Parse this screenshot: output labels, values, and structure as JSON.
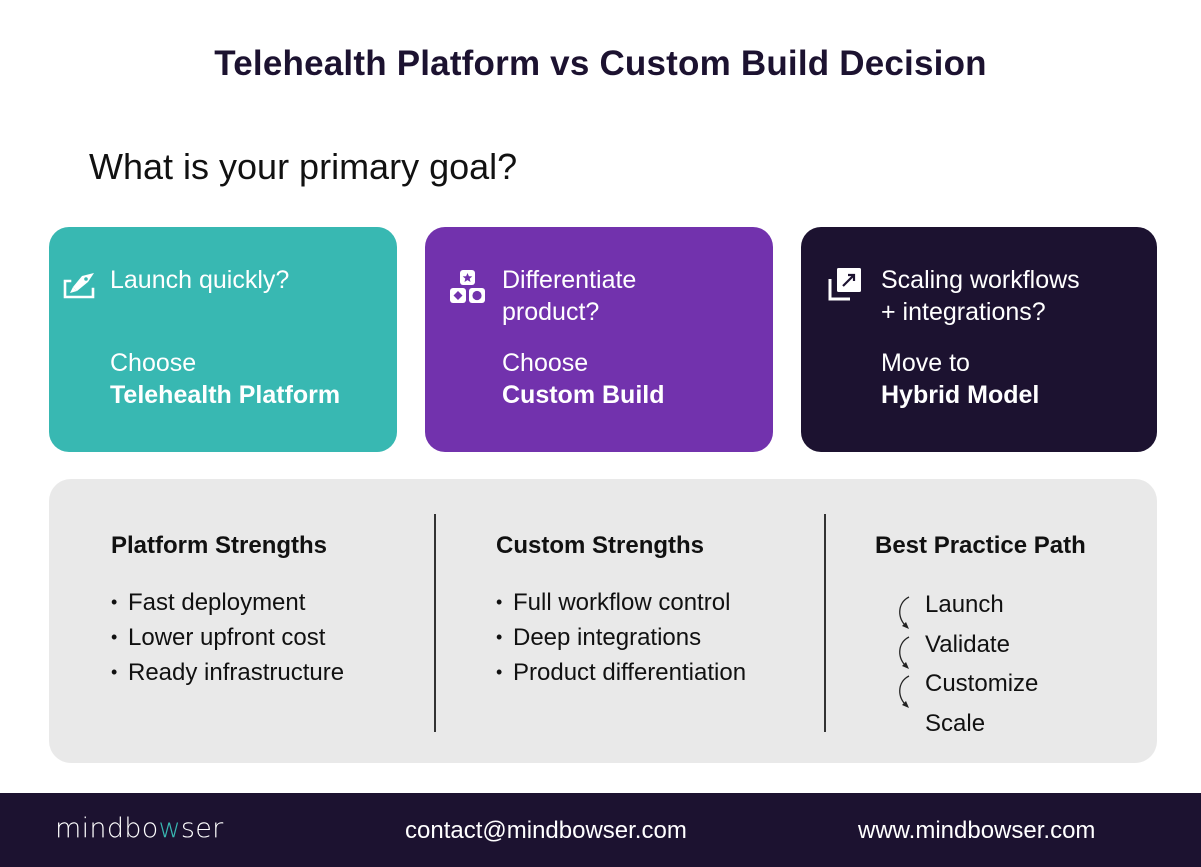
{
  "header": {
    "title": "Telehealth Platform vs Custom Build Decision",
    "question": "What is your primary goal?"
  },
  "cards": [
    {
      "icon": "rocket-laptop-icon",
      "question": "Launch quickly?",
      "action": "Choose",
      "result": "Telehealth Platform",
      "color": "#38b8b2"
    },
    {
      "icon": "stacked-blocks-icon",
      "question_line1": "Differentiate",
      "question_line2": "product?",
      "action": "Choose",
      "result": "Custom Build",
      "color": "#7232ad"
    },
    {
      "icon": "expand-scale-icon",
      "question_line1": "Scaling workflows",
      "question_line2": "+ integrations?",
      "action": "Move to",
      "result": "Hybrid Model",
      "color": "#1c1230"
    }
  ],
  "strengths": {
    "platform": {
      "heading": "Platform Strengths",
      "items": [
        "Fast deployment",
        "Lower upfront cost",
        "Ready infrastructure"
      ]
    },
    "custom": {
      "heading": "Custom Strengths",
      "items": [
        "Full workflow control",
        "Deep integrations",
        "Product differentiation"
      ]
    },
    "path": {
      "heading": "Best Practice Path",
      "steps": [
        "Launch",
        "Validate",
        "Customize",
        "Scale"
      ]
    },
    "bullet": "•"
  },
  "footer": {
    "logo_part1": "mindbo",
    "logo_accent": "w",
    "logo_part2": "ser",
    "email": "contact@mindbowser.com",
    "website": "www.mindbowser.com"
  },
  "colors": {
    "teal": "#38b8b2",
    "purple": "#7232ad",
    "dark": "#1c1230",
    "panel": "#e9e9e9"
  }
}
